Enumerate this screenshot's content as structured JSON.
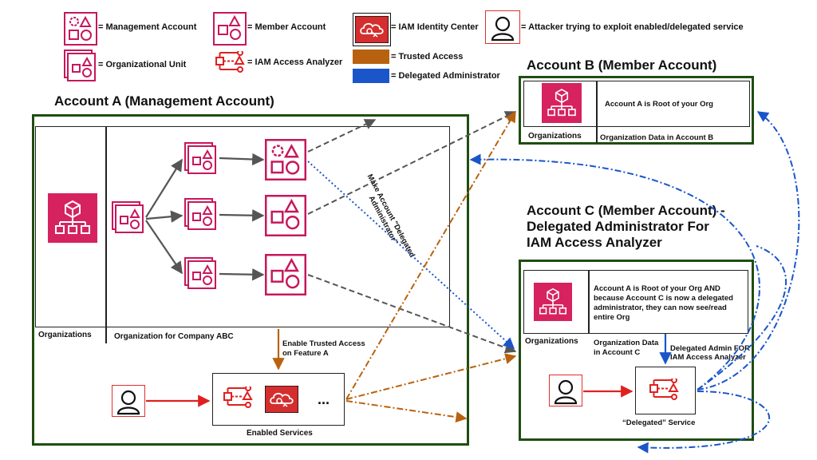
{
  "legend": {
    "management_account": "= Management Account",
    "organizational_unit": "= Organizational Unit",
    "member_account": "= Member Account",
    "iam_access_analyzer": "= IAM Access Analyzer",
    "iam_identity_center": "= IAM Identity Center",
    "trusted_access": "= Trusted Access",
    "delegated_administrator": "= Delegated Administrator",
    "attacker": "= Attacker trying to exploit enabled/delegated service"
  },
  "account_a": {
    "title": "Account A (Management Account)",
    "organizations_label": "Organizations",
    "org_company_label": "Organization for Company ABC",
    "enable_trusted_access": "Enable Trusted Access on Feature A",
    "make_delegated": "Make Account \"Delegated Administrator\"",
    "ellipsis": "...",
    "enabled_services": "Enabled Services"
  },
  "account_b": {
    "title": "Account B (Member Account)",
    "root_text": "Account A is Root of your Org",
    "organizations_label": "Organizations",
    "org_data_label": "Organization Data in Account B"
  },
  "account_c": {
    "title_line1": "Account C (Member Account) -",
    "title_line2": "Delegated Administrator For",
    "title_line3": "IAM Access Analyzer",
    "root_text": "Account A is Root of your Org AND because Account C is now a delegated administrator, they can now see/read entire Org",
    "organizations_label": "Organizations",
    "org_data_line1": "Organization Data",
    "org_data_line2": "in Account C",
    "delegated_admin_line1": "Delegated Admin FOR",
    "delegated_admin_line2": "IAM Access Analyzer",
    "delegated_service": "“Delegated” Service"
  },
  "colors": {
    "account_border": "#1f4d12",
    "pink": "#c7175b",
    "trusted_access": "#b8620f",
    "delegated_admin": "#1a56c9",
    "attacker_border": "#e03030",
    "iam_identity_center": "#d42e2e"
  }
}
